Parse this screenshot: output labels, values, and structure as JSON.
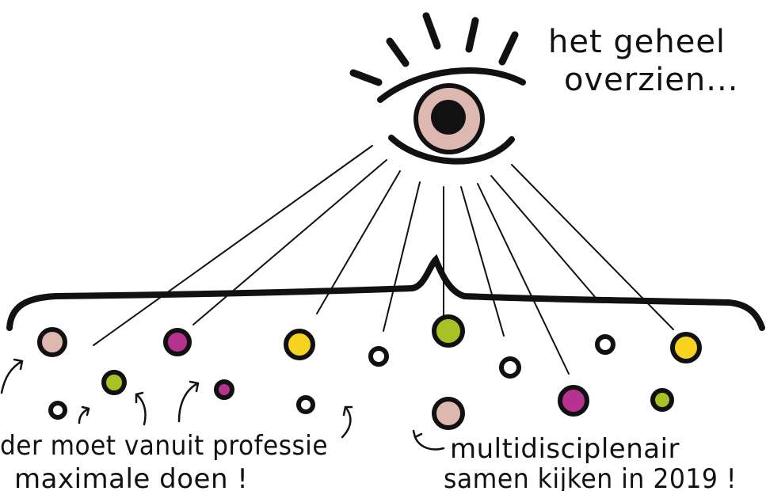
{
  "heading": {
    "line1": "het geheel",
    "line2": "overzien..."
  },
  "captions": {
    "left_line1": "der moet vanuit professie",
    "left_line2": "maximale doen !",
    "right_line1": "multidisciplenair",
    "right_line2": "samen kijken in 2019 !"
  },
  "colors": {
    "ink": "#111111",
    "pink": "#DDB8B0",
    "magenta": "#B8338F",
    "yellow": "#F7D21E",
    "green": "#A9C125",
    "white": "#FFFFFF"
  },
  "icons": {
    "eye": "eye-icon"
  },
  "dots": [
    {
      "color": "pink"
    },
    {
      "color": "magenta"
    },
    {
      "color": "yellow"
    },
    {
      "color": "white"
    },
    {
      "color": "green"
    },
    {
      "color": "white"
    },
    {
      "color": "white"
    },
    {
      "color": "yellow"
    },
    {
      "color": "green"
    },
    {
      "color": "white"
    },
    {
      "color": "magenta"
    },
    {
      "color": "white"
    },
    {
      "color": "pink"
    },
    {
      "color": "magenta"
    },
    {
      "color": "green"
    }
  ]
}
